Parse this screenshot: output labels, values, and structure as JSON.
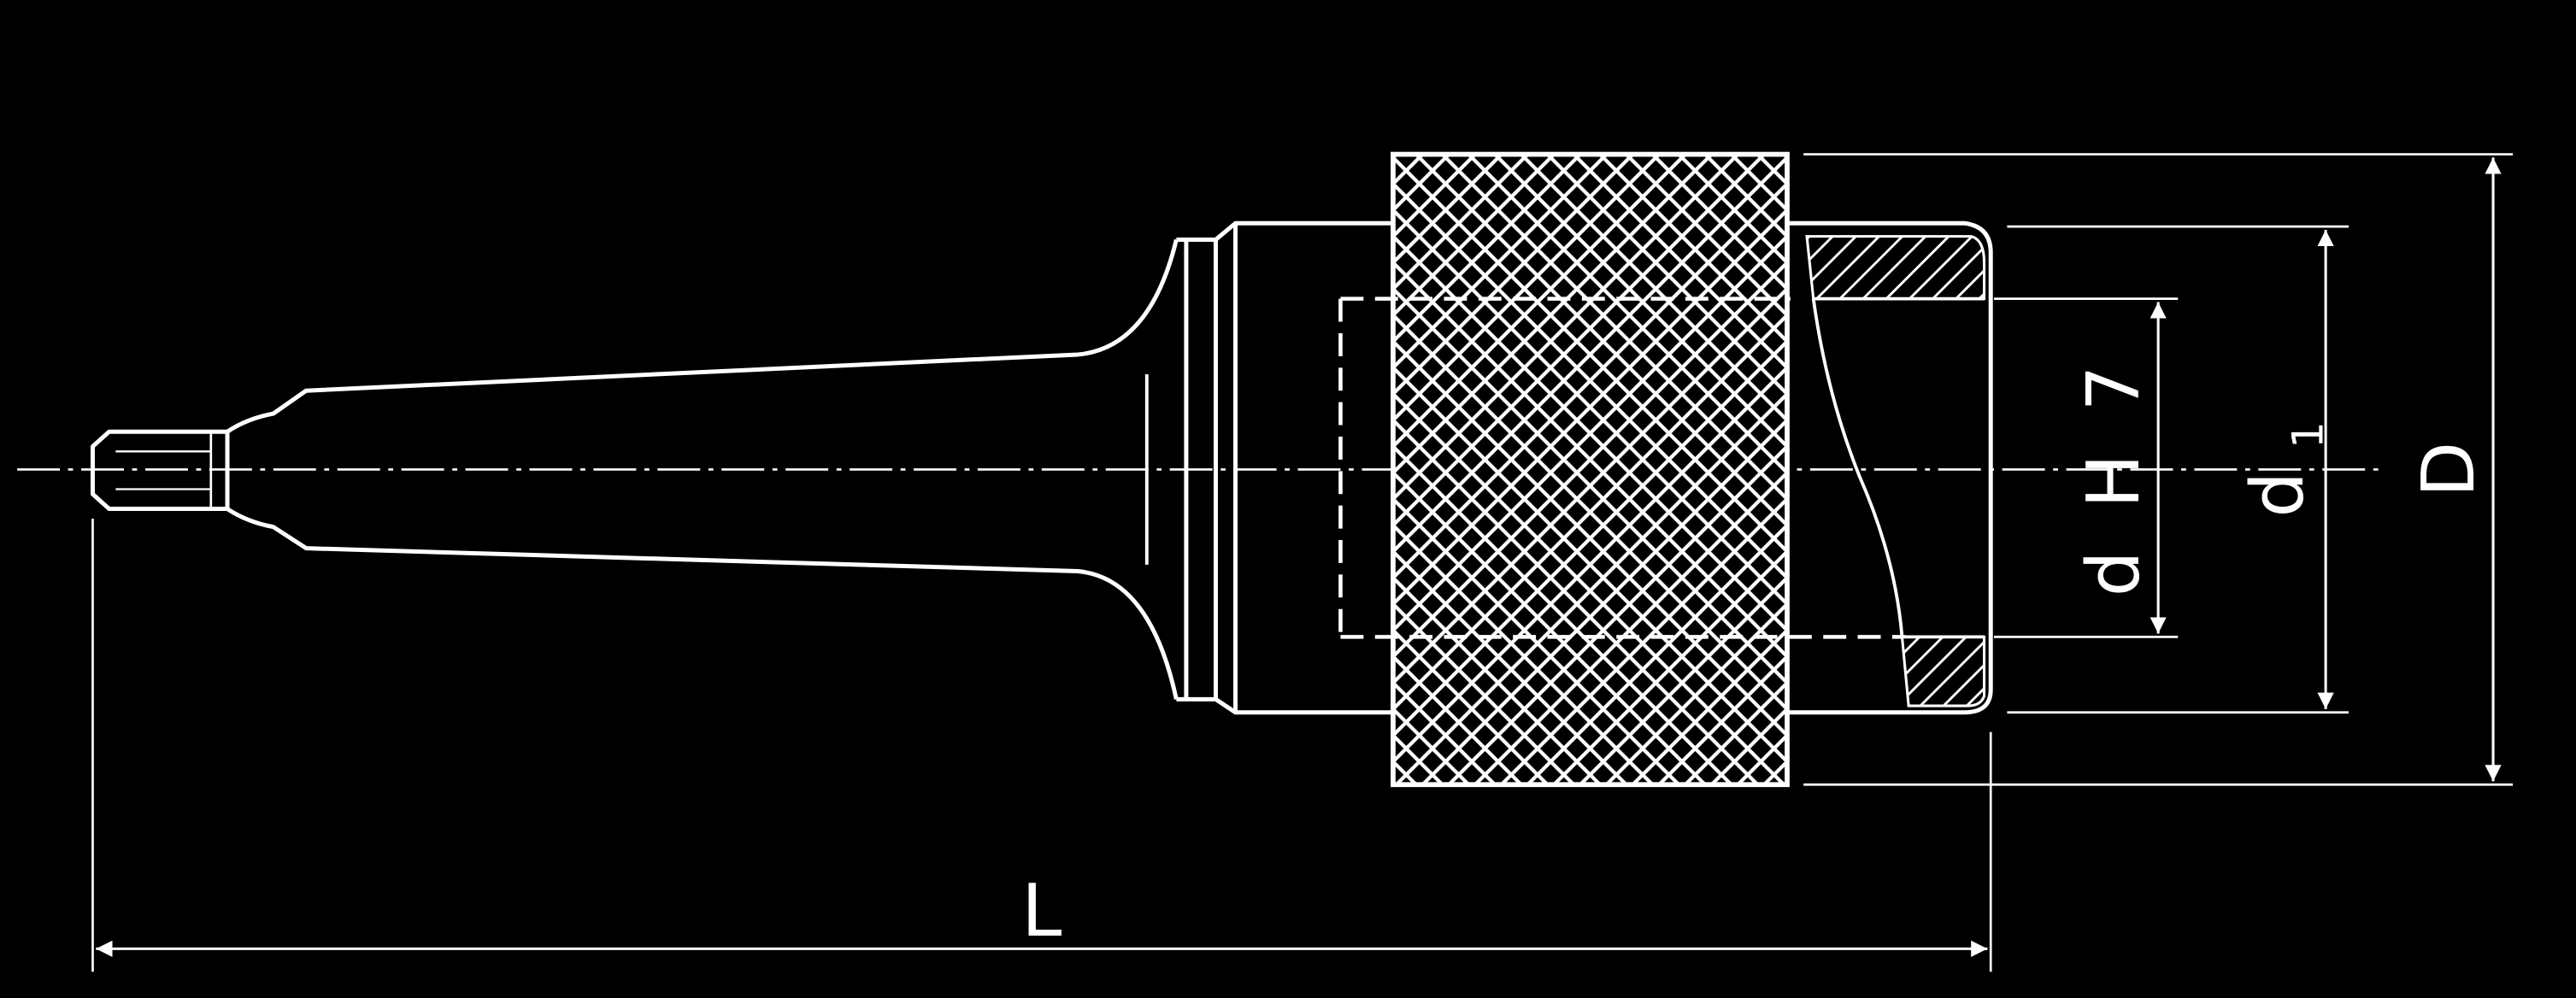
{
  "colors": {
    "background": "#000000",
    "line": "#ffffff",
    "knurl_fill": "#000000"
  },
  "labels": {
    "length": "L",
    "bore_main": "d",
    "bore_tolerance": "H 7",
    "bore_d1": "d",
    "bore_d1_sub": "1",
    "outer_diameter": "D"
  }
}
